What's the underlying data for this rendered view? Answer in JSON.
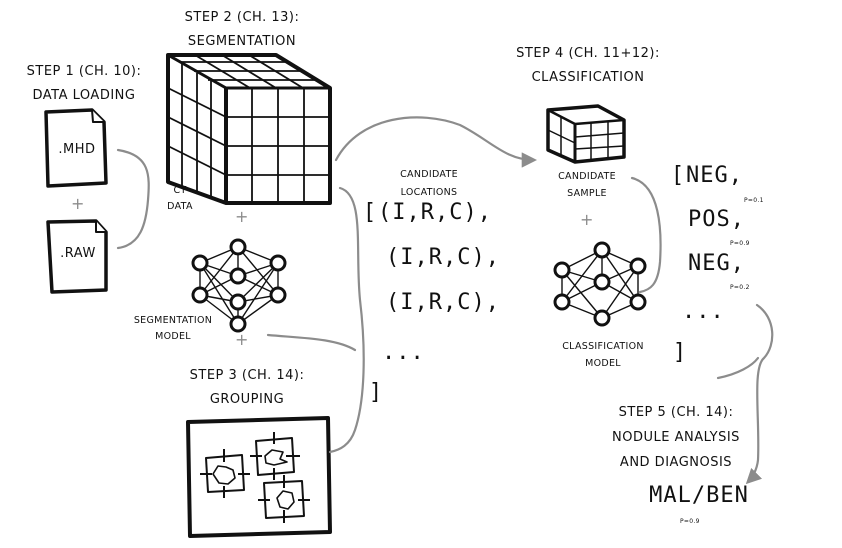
{
  "step1": {
    "title": "STEP 1 (CH. 10):",
    "name": "DATA LOADING",
    "file1": ".MHD",
    "file2": ".RAW",
    "plus": "+"
  },
  "step2": {
    "title": "STEP 2 (CH. 13):",
    "name": "SEGMENTATION",
    "ct_label": [
      "CT",
      "DATA"
    ],
    "model_label": [
      "SEGMENTATION",
      "MODEL"
    ],
    "plus": "+"
  },
  "step3": {
    "title": "STEP 3 (CH. 14):",
    "name": "GROUPING"
  },
  "candidates": {
    "label": [
      "CANDIDATE",
      "LOCATIONS"
    ],
    "open_bracket": "[",
    "items": [
      "(I,R,C),",
      "(I,R,C),",
      "(I,R,C),"
    ],
    "ellipsis": "...",
    "close_bracket": "]"
  },
  "step4": {
    "title": "STEP 4 (CH. 11+12):",
    "name": "CLASSIFICATION",
    "sample_label": [
      "CANDIDATE",
      "SAMPLE"
    ],
    "model_label": [
      "CLASSIFICATION",
      "MODEL"
    ],
    "plus": "+"
  },
  "results": {
    "open_bracket": "[",
    "items": [
      {
        "label": "NEG,",
        "p": "P=0.1"
      },
      {
        "label": "POS,",
        "p": "P=0.9"
      },
      {
        "label": "NEG,",
        "p": "P=0.2"
      }
    ],
    "ellipsis": "...",
    "close_bracket": "]"
  },
  "step5": {
    "title": "STEP 5 (CH. 14):",
    "name": [
      "NODULE ANALYSIS",
      "AND DIAGNOSIS"
    ],
    "result": "MAL/BEN",
    "p": "P=0.9"
  },
  "colors": {
    "ink": "#111111",
    "arrow": "#8c8c8c",
    "background": "#ffffff"
  }
}
